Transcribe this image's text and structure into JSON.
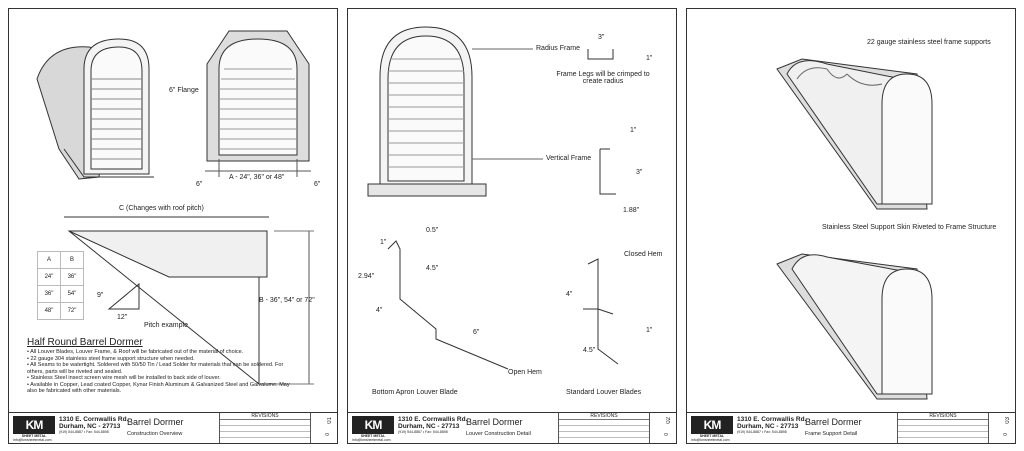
{
  "sheet1": {
    "labels": {
      "flange": "6\" Flange",
      "width": "A - 24\", 36\" or 48\"",
      "six_left": "6\"",
      "six_right": "6\"",
      "c_dim": "C (Changes with roof pitch)",
      "b_dim": "B - 36\", 54\" or 72\"",
      "pitch_9": "9\"",
      "pitch_12": "12\"",
      "pitch_example": "Pitch example"
    },
    "table": {
      "headers": [
        "A",
        "B"
      ],
      "rows": [
        [
          "24\"",
          "36\""
        ],
        [
          "36\"",
          "54\""
        ],
        [
          "48\"",
          "72\""
        ]
      ]
    },
    "heading": "Half Round Barrel Dormer",
    "notes": [
      "• All Louver Blades, Louver Frame, & Roof will be fabricated out of the material of choice.",
      "• 22 gauge 304 stainless steel frame support structure when needed.",
      "• All Seams to be watertight. Soldered with 50/50 Tin / Lead Solder for materials that can be soldered. For others, parts will be riveted and sealed.",
      "• Stainless Steel insect screen wire mesh will be installed to back side of louver.",
      "• Available in Copper, Lead coated Copper, Kynar Finish Aluminum & Galvanized Steel and Galvalume. May also be fabricated with other materials."
    ],
    "title_block": {
      "name": "Barrel Dormer",
      "subtitle": "Construction Overview",
      "number": "01",
      "rev": "0"
    }
  },
  "sheet2": {
    "labels": {
      "radius_frame": "Radius Frame",
      "three_top": "3\"",
      "one_top": "1\"",
      "legs_note": "Frame Legs will be crimped to create radius",
      "vertical_frame": "Vertical Frame",
      "one_v": "1\"",
      "three_v": "3\"",
      "one88": "1.88\"",
      "d05": "0.5\"",
      "d1": "1\"",
      "d294": "2.94\"",
      "d45": "4.5\"",
      "d4": "4\"",
      "d6": "6\"",
      "open_hem": "Open Hem",
      "bottom_apron": "Bottom Apron Louver Blade",
      "closed_hem": "Closed Hem",
      "s4": "4\"",
      "s1": "1\"",
      "s45": "4.5\"",
      "standard": "Standard Louver Blades"
    },
    "title_block": {
      "name": "Barrel Dormer",
      "subtitle": "Louver Construction Detail",
      "number": "02",
      "rev": "0"
    }
  },
  "sheet3": {
    "labels": {
      "supports": "22 gauge stainless steel frame supports",
      "skin": "Stainless Steel Support Skin Riveted to Frame Structure"
    },
    "title_block": {
      "name": "Barrel Dormer",
      "subtitle": "Frame Support Detail",
      "number": "03",
      "rev": "0"
    }
  },
  "company": {
    "logo": "KM",
    "logo_sub": "SHEET METAL",
    "address1": "1310 E. Cornwallis Rd.",
    "address2": "Durham, NC - 27713",
    "contact": "(919) 544-8887 • Fax: 544-8898",
    "email": "info@kmsheetmetal.com",
    "revisions": "REVISIONS"
  }
}
